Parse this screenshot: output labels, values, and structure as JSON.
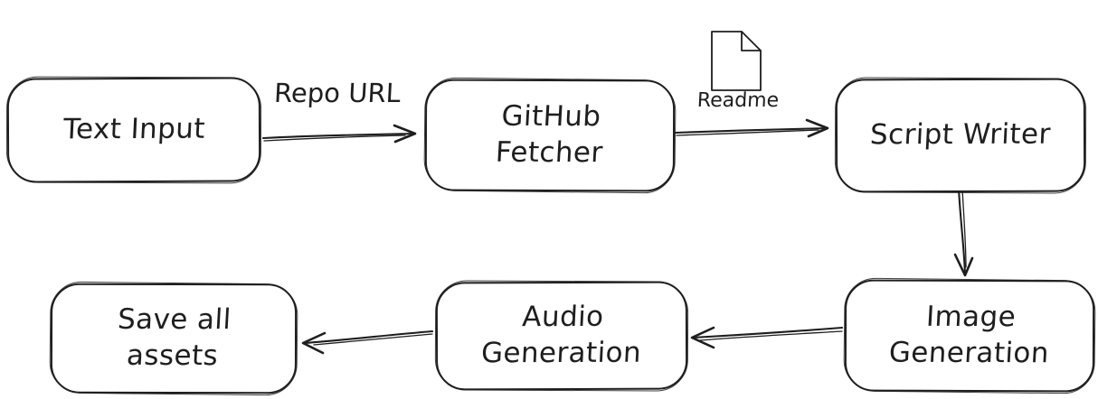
{
  "diagram": {
    "background_color": "#ffffff",
    "stroke_color": "#1e1e1e",
    "style": "hand-drawn flowchart",
    "nodes": {
      "text_input": {
        "label": "Text Input"
      },
      "github_fetcher": {
        "label": "GitHub\nFetcher"
      },
      "script_writer": {
        "label": "Script Writer"
      },
      "image_generation": {
        "label": "Image\nGeneration"
      },
      "audio_generation": {
        "label": "Audio\nGeneration"
      },
      "save_all_assets": {
        "label": "Save all\nassets"
      }
    },
    "edges": {
      "text_input_to_github_fetcher": {
        "from": "Text Input",
        "to": "GitHub Fetcher",
        "label": "Repo URL"
      },
      "github_fetcher_to_script_writer": {
        "from": "GitHub Fetcher",
        "to": "Script Writer",
        "label": "Readme",
        "icon": "document-icon"
      },
      "script_writer_to_image_generation": {
        "from": "Script Writer",
        "to": "Image Generation",
        "label": ""
      },
      "image_generation_to_audio_generation": {
        "from": "Image Generation",
        "to": "Audio Generation",
        "label": ""
      },
      "audio_generation_to_save_all_assets": {
        "from": "Audio Generation",
        "to": "Save all assets",
        "label": ""
      }
    }
  }
}
